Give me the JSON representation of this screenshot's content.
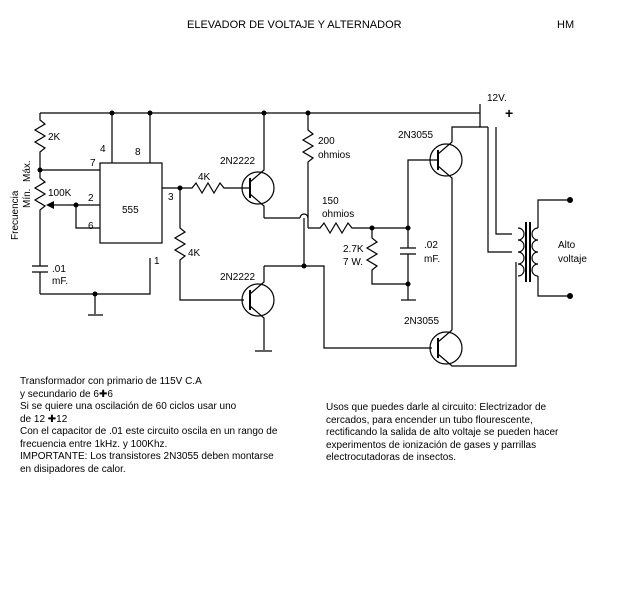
{
  "title": "ELEVADOR DE VOLTAJE Y ALTERNADOR",
  "author": "HM",
  "components": {
    "r_top_left": "2K",
    "pot": "100K",
    "cap_timing": ".01",
    "cap_timing_unit": "mF.",
    "ic": "555",
    "pin4": "4",
    "pin8": "8",
    "pin7": "7",
    "pin2": "2",
    "pin6": "6",
    "pin3": "3",
    "pin1": "1",
    "r_base1": "4K",
    "r_base2": "4K",
    "q1": "2N2222",
    "q2": "2N2222",
    "q3": "2N3055",
    "q4": "2N3055",
    "r200": "200",
    "r200_unit": "ohmios",
    "r150": "150",
    "r150_unit": "ohmios",
    "r27": "2.7K",
    "r27_power": "7 W.",
    "c02": ".02",
    "c02_unit": "mF.",
    "supply": "12V.",
    "plus": "+",
    "output_l1": "Alto",
    "output_l2": "voltaje",
    "freq_label": "Frecuencia",
    "min_label": "Mín.",
    "max_label": "Máx."
  },
  "notes_left": [
    "Transformador con primario de 115V C.A",
    "y secundario de 6✚6",
    "Si se quiere una oscilación de 60 ciclos usar uno",
    "de 12 ✚12",
    "Con el capacitor de .01 este circuito oscila en un rango de",
    "frecuencia entre 1kHz. y 100Khz.",
    "IMPORTANTE: Los transistores 2N3055 deben montarse",
    "en disipadores de calor."
  ],
  "notes_right": [
    "Usos que puedes darle al circuito: Electrizador de",
    "cercados, para encender un tubo flourescente,",
    "rectificando la salida de alto voltaje se pueden hacer",
    "experimentos de ionización de gases y parrillas",
    "electrocutadoras de insectos."
  ]
}
